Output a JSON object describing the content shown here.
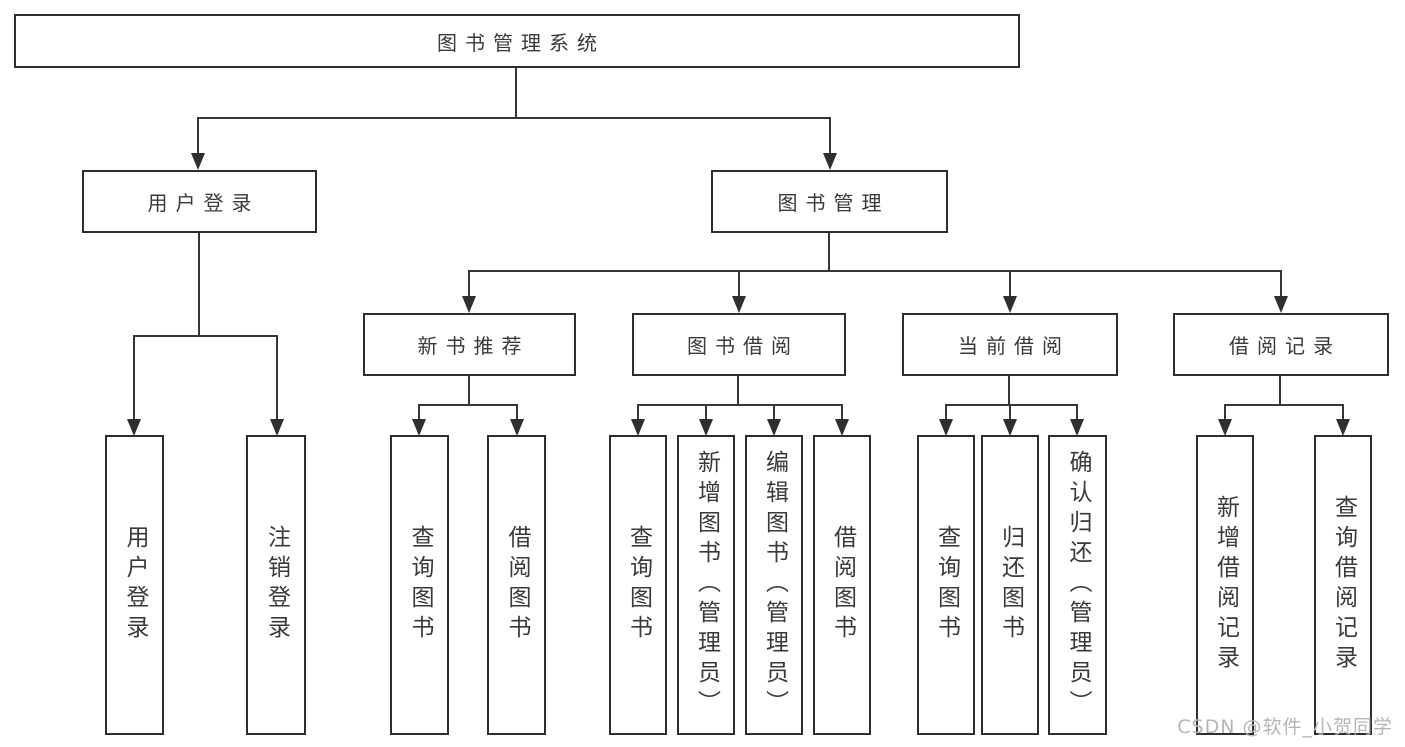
{
  "tree": {
    "root": "图书管理系统",
    "level2": {
      "user_login": "用户登录",
      "book_mgmt": "图书管理"
    },
    "level3": {
      "new_book_rec": "新书推荐",
      "book_borrow": "图书借阅",
      "current_borrow": "当前借阅",
      "borrow_record": "借阅记录"
    },
    "leaves": {
      "user_login_leaf": "用户登录",
      "logout": "注销登录",
      "query_book_a": "查询图书",
      "borrow_book_a": "借阅图书",
      "query_book_b": "查询图书",
      "add_book": "新增图书（管理员）",
      "edit_book": "编辑图书（管理员）",
      "borrow_book_b": "借阅图书",
      "query_book_c": "查询图书",
      "return_book": "归还图书",
      "confirm_return": "确认归还（管理员）",
      "add_borrow_record": "新增借阅记录",
      "query_borrow_record": "查询借阅记录"
    }
  },
  "watermark": "CSDN @软件_小贺同学",
  "colors": {
    "line": "#363636",
    "box_border": "#2e2e2e",
    "text": "#3a3a3a",
    "watermark": "#b6b6b6",
    "background": "#ffffff"
  }
}
